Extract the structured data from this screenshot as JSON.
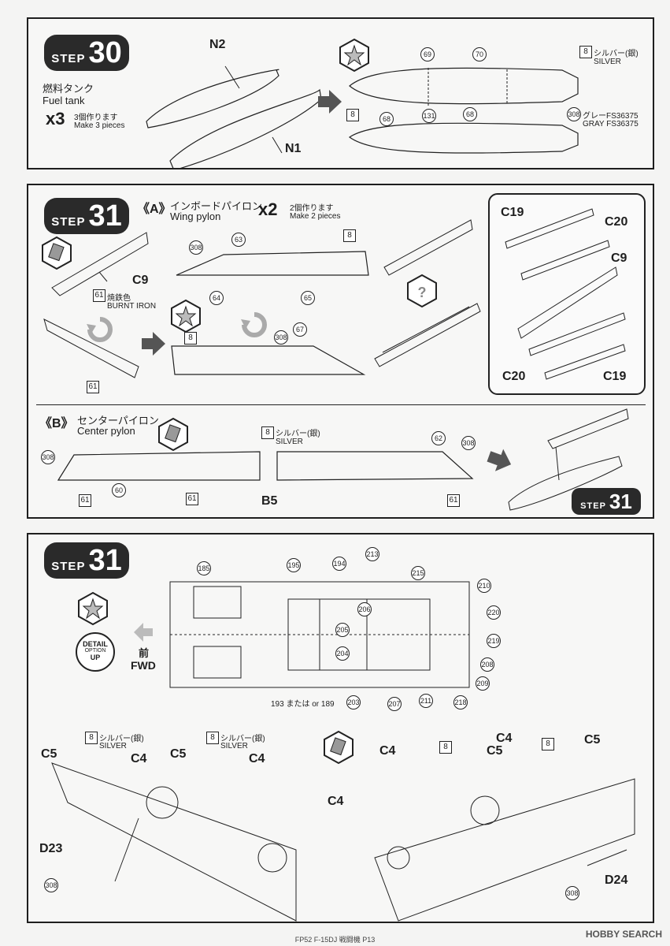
{
  "step30": {
    "step_word": "STEP",
    "step_num": "30",
    "title_jp": "燃料タンク",
    "title_en": "Fuel tank",
    "qty": "x3",
    "qty_jp": "3個作ります",
    "qty_en": "Make 3 pieces",
    "part_n2": "N2",
    "part_n1": "N1",
    "decals": [
      "69",
      "70",
      "68",
      "131",
      "68"
    ],
    "silver_num": "8",
    "silver_jp": "シルバー(銀)",
    "silver_en": "SILVER",
    "gray_num": "308",
    "gray_jp": "グレーFS36375",
    "gray_en": "GRAY FS36375"
  },
  "step31a": {
    "step_word": "STEP",
    "step_num": "31",
    "section_a": "《A》",
    "title_jp": "インボードパイロン",
    "title_en": "Wing pylon",
    "qty": "x2",
    "qty_jp": "2個作ります",
    "qty_en": "Make 2 pieces",
    "part_c9": "C9",
    "burnt_num": "61",
    "burnt_jp": "焼鉄色",
    "burnt_en": "BURNT IRON",
    "decals": [
      "63",
      "64",
      "65",
      "67"
    ],
    "num_308": "308",
    "num_8": "8",
    "num_61b": "61",
    "inset_c19a": "C19",
    "inset_c20a": "C20",
    "inset_c9": "C9",
    "inset_c20b": "C20",
    "inset_c19b": "C19",
    "section_b": "《B》",
    "center_jp": "センターパイロン",
    "center_en": "Center pylon",
    "silver_num": "8",
    "silver_jp": "シルバー(銀)",
    "silver_en": "SILVER",
    "b_decals": [
      "60",
      "62"
    ],
    "b_61a": "61",
    "b_61b": "61",
    "b_61c": "61",
    "b_308a": "308",
    "b_308b": "308",
    "part_b5": "B5",
    "mini_step_word": "STEP",
    "mini_step_num": "31"
  },
  "step31b": {
    "step_word": "STEP",
    "step_num": "31",
    "detail_line1": "DETAIL",
    "detail_line2": "OPTION",
    "detail_line3": "UP",
    "fwd_jp": "前",
    "fwd_en": "FWD",
    "decals": [
      "185",
      "195",
      "194",
      "213",
      "215",
      "210",
      "206",
      "205",
      "204",
      "220",
      "219",
      "208",
      "209",
      "218",
      "211",
      "207",
      "203"
    ],
    "or_text": "193 または or 189",
    "silver_num": "8",
    "silver_jp": "シルバー(銀)",
    "silver_en": "SILVER",
    "part_c5": "C5",
    "part_c4": "C4",
    "part_d23": "D23",
    "part_d24": "D24",
    "num_308": "308"
  },
  "footer": {
    "page": "FP52 F-15DJ 戦闘機 P13",
    "watermark": "HOBBY SEARCH"
  }
}
